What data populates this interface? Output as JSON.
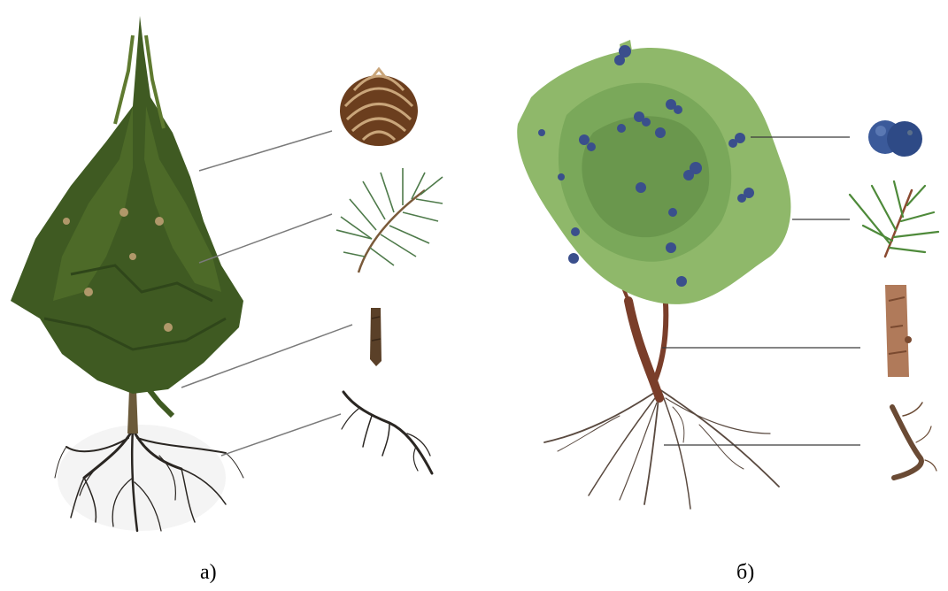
{
  "captions": {
    "a": "а)",
    "b": "б)"
  },
  "colors": {
    "pine_foliage": "#3f5a22",
    "pine_foliage_light": "#5f7a30",
    "pine_trunk": "#6b5a3a",
    "roots": "#2a2622",
    "juniper_foliage": "#8fb86a",
    "juniper_foliage_dark": "#5f8c45",
    "berry": "#3a4f8c",
    "bark": "#8a5a40",
    "leader_line": "#7a7a7a"
  },
  "panels": [
    {
      "id": "a",
      "plant": "pine-tree",
      "parts": [
        "cone-icon",
        "needle-branch-icon",
        "stem-segment-icon",
        "root-icon"
      ]
    },
    {
      "id": "b",
      "plant": "juniper-shrub",
      "parts": [
        "berry-icon",
        "needle-sprig-icon",
        "bark-segment-icon",
        "root-icon"
      ]
    }
  ]
}
